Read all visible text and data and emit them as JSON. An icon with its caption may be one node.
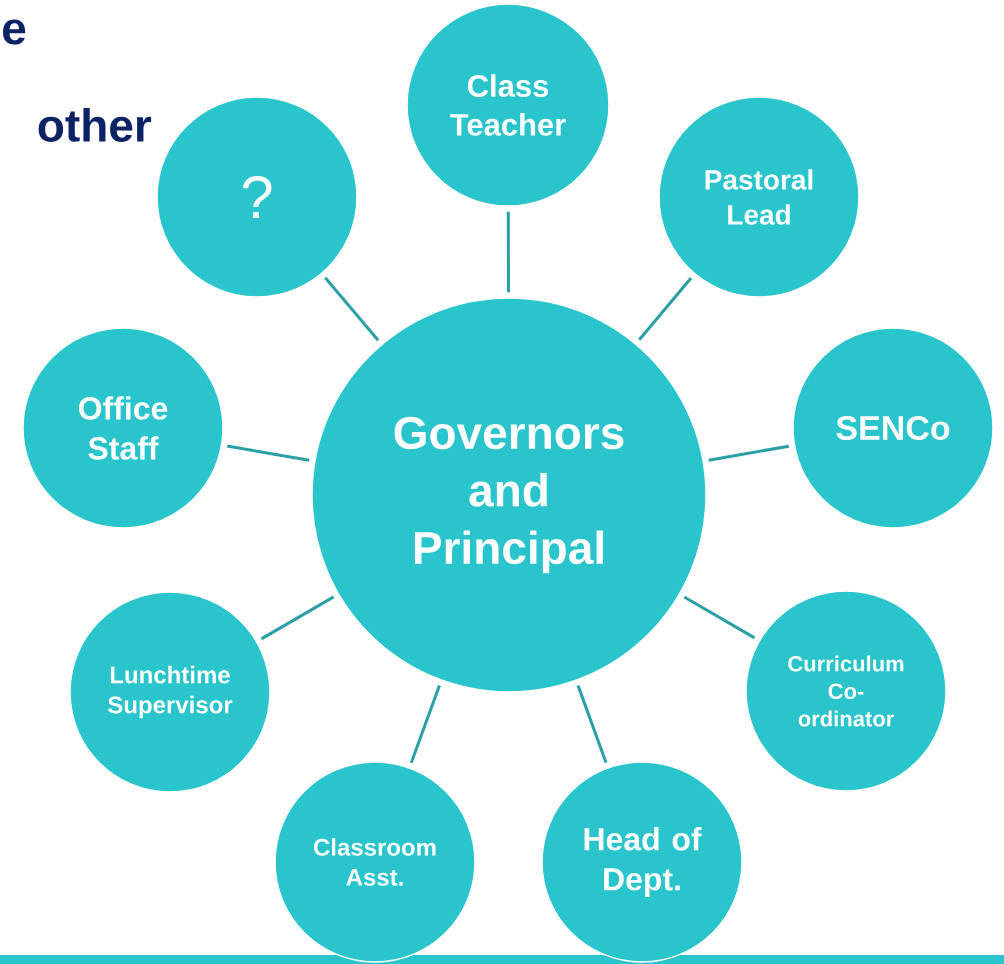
{
  "diagram": {
    "nodes": [
      {
        "text": [
          "Governors and Principal"
        ]
      },
      {
        "text": [
          "Class Teacher"
        ]
      },
      {
        "text": [
          "Pastoral Lead"
        ]
      },
      {
        "text": [
          "SENCo"
        ]
      },
      {
        "text": [
          "Curriculum Co-ordinator"
        ]
      },
      {
        "text": [
          "Head of Dept."
        ]
      },
      {
        "text": [
          "Classroom Asst."
        ]
      },
      {
        "text": [
          "Lunchtime Supervisor"
        ]
      },
      {
        "text": [
          "Office Staff"
        ]
      },
      {
        "text": [
          "?"
        ]
      }
    ],
    "edges": [
      {
        "from": 0,
        "to": 1,
        "arrow": "none"
      },
      {
        "from": 0,
        "to": 2,
        "arrow": "none"
      },
      {
        "from": 0,
        "to": 3,
        "arrow": "none"
      },
      {
        "from": 0,
        "to": 4,
        "arrow": "none"
      },
      {
        "from": 0,
        "to": 5,
        "arrow": "none"
      },
      {
        "from": 0,
        "to": 6,
        "arrow": "none"
      },
      {
        "from": 0,
        "to": 7,
        "arrow": "none"
      },
      {
        "from": 0,
        "to": 8,
        "arrow": "none"
      },
      {
        "from": 0,
        "to": 9,
        "arrow": "none"
      }
    ],
    "labels": [
      "e",
      "other"
    ]
  }
}
